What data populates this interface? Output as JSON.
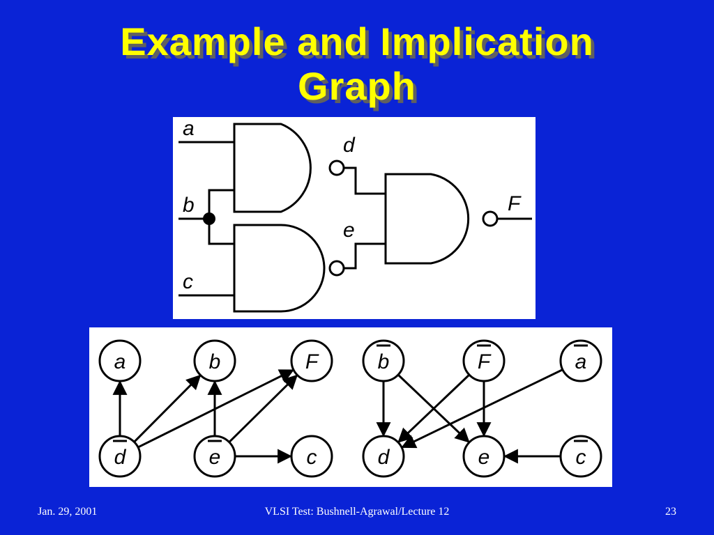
{
  "slide": {
    "title_line1": "Example and Implication",
    "title_line2": "Graph",
    "footer_date": "Jan. 29, 2001",
    "footer_center": "VLSI Test: Bushnell-Agrawal/Lecture 12",
    "footer_page": "23"
  },
  "circuit": {
    "labels": {
      "a": "a",
      "b": "b",
      "c": "c",
      "d": "d",
      "e": "e",
      "F": "F"
    }
  },
  "graph": {
    "nodes": [
      {
        "id": "a",
        "label": "a",
        "bar": false
      },
      {
        "id": "b",
        "label": "b",
        "bar": false
      },
      {
        "id": "F",
        "label": "F",
        "bar": false
      },
      {
        "id": "dbar",
        "label": "d",
        "bar": true
      },
      {
        "id": "ebar",
        "label": "e",
        "bar": true
      },
      {
        "id": "c",
        "label": "c",
        "bar": false
      },
      {
        "id": "bbar",
        "label": "b",
        "bar": true
      },
      {
        "id": "Fbar",
        "label": "F",
        "bar": true
      },
      {
        "id": "abar",
        "label": "a",
        "bar": true
      },
      {
        "id": "d",
        "label": "d",
        "bar": false
      },
      {
        "id": "e",
        "label": "e",
        "bar": false
      },
      {
        "id": "cbar",
        "label": "c",
        "bar": true
      }
    ],
    "edges": [
      [
        "dbar",
        "a"
      ],
      [
        "dbar",
        "b"
      ],
      [
        "dbar",
        "F"
      ],
      [
        "ebar",
        "b"
      ],
      [
        "ebar",
        "F"
      ],
      [
        "ebar",
        "c"
      ],
      [
        "bbar",
        "d"
      ],
      [
        "bbar",
        "e"
      ],
      [
        "Fbar",
        "d"
      ],
      [
        "Fbar",
        "e"
      ],
      [
        "abar",
        "d"
      ],
      [
        "cbar",
        "e"
      ]
    ]
  }
}
